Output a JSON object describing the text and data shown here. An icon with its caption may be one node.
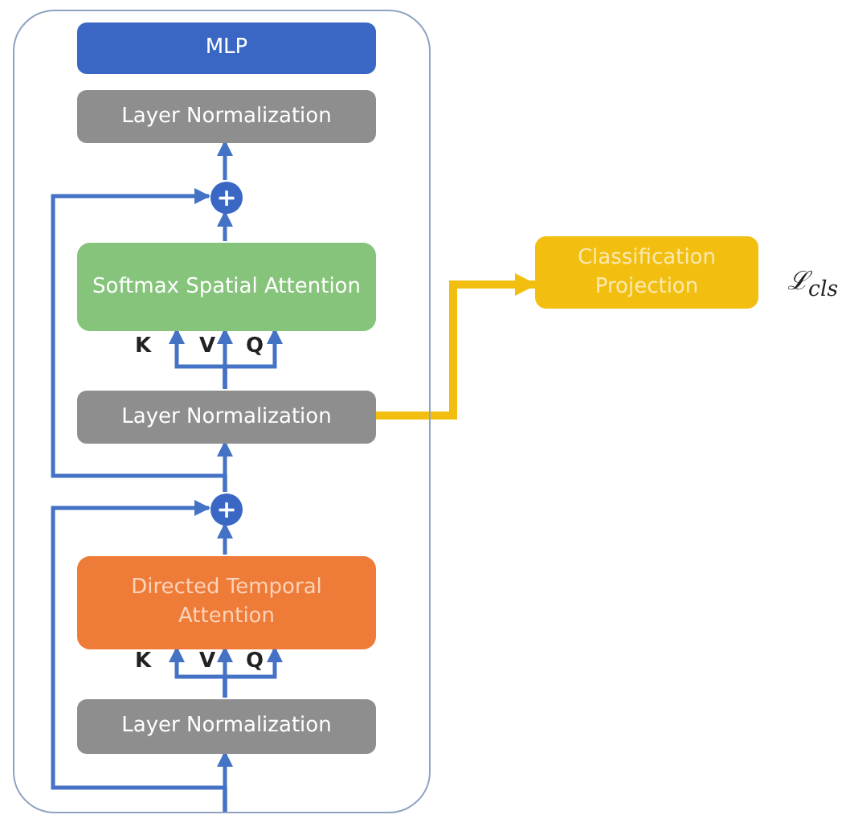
{
  "diagram": {
    "nodes": [
      {
        "text": [],
        "shape": "box"
      },
      {
        "text": [
          "MLP"
        ],
        "in": 0
      },
      {
        "text": [
          "Layer Normalization"
        ],
        "in": 0
      },
      {
        "text": [
          "+"
        ],
        "in": 0
      },
      {
        "text": [
          "Softmax Spatial Attention"
        ],
        "in": 0
      },
      {
        "text": [
          "Layer Normalization"
        ],
        "in": 0
      },
      {
        "text": [
          "+"
        ],
        "in": 0
      },
      {
        "text": [
          "Directed Temporal Attention"
        ],
        "in": 0
      },
      {
        "text": [
          "Layer Normalization"
        ],
        "in": 0
      },
      {
        "text": [
          "Classification Projection"
        ]
      }
    ],
    "edges": [
      {
        "from": 4,
        "to": 3,
        "arrow": "to"
      },
      {
        "from": 3,
        "to": 2,
        "arrow": "to"
      },
      {
        "from": 5,
        "to": 4,
        "arrow": "to"
      },
      {
        "from": 5,
        "to": 4,
        "arrow": "to"
      },
      {
        "from": 5,
        "to": 4,
        "arrow": "to"
      },
      {
        "from": 6,
        "to": 5,
        "arrow": "to"
      },
      {
        "from": 6,
        "to": 3,
        "arrow": "to"
      },
      {
        "from": 7,
        "to": 6,
        "arrow": "to"
      },
      {
        "from": 8,
        "to": 7,
        "arrow": "to"
      },
      {
        "from": 8,
        "to": 7,
        "arrow": "to"
      },
      {
        "from": 8,
        "to": 7,
        "arrow": "to"
      },
      {
        "from": null,
        "to": 8,
        "arrow": "to"
      },
      {
        "from": null,
        "to": 6,
        "arrow": "to"
      },
      {
        "from": 5,
        "to": 9,
        "arrow": "to",
        "style": "thick",
        "color": "#f2bf10"
      }
    ],
    "labels": [
      "K",
      "V",
      "Q",
      "K",
      "V",
      "Q",
      "ℒ$_{cls}$"
    ]
  }
}
